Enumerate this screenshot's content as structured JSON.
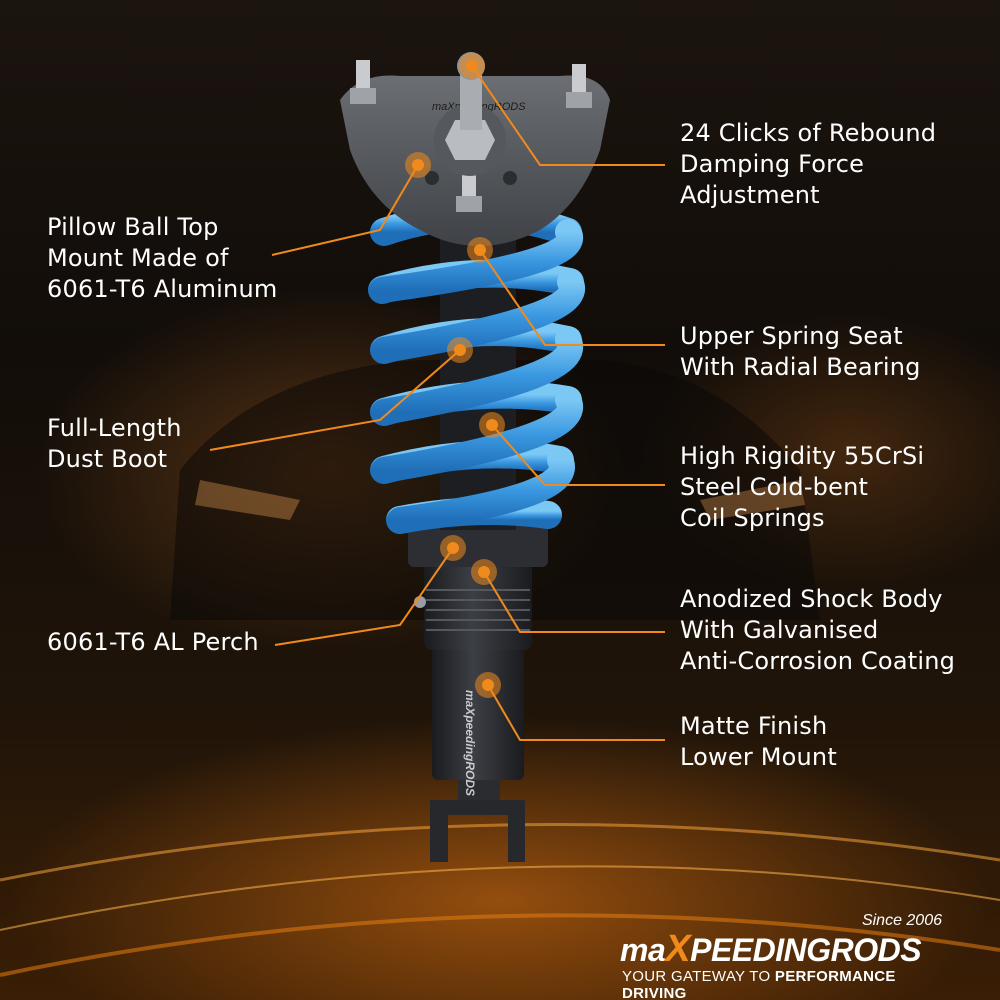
{
  "callouts": [
    {
      "id": "rebound",
      "text": "24 Clicks of Rebound\nDamping Force\nAdjustment"
    },
    {
      "id": "top-mount",
      "text": "Pillow Ball Top\nMount Made of\n6061-T6 Aluminum"
    },
    {
      "id": "spring-seat",
      "text": "Upper Spring Seat\nWith Radial Bearing"
    },
    {
      "id": "dust-boot",
      "text": "Full-Length\nDust Boot"
    },
    {
      "id": "coil-springs",
      "text": "High Rigidity 55CrSi\nSteel Cold-bent\nCoil Springs"
    },
    {
      "id": "shock-body",
      "text": "Anodized Shock Body\nWith Galvanised\nAnti-Corrosion Coating"
    },
    {
      "id": "perch",
      "text": "6061-T6 AL Perch"
    },
    {
      "id": "lower-mount",
      "text": "Matte Finish\nLower Mount"
    }
  ],
  "brand": {
    "since": "Since 2006",
    "name_prefix": "ma",
    "name_x": "X",
    "name_suffix": "PEEDINGRODS",
    "tagline_prefix": "YOUR GATEWAY TO ",
    "tagline_bold": "PERFORMANCE DRIVING",
    "body_text": "maXpeedingRODS"
  },
  "colors": {
    "accent": "#f08a1c",
    "spring": "#4aa8e8",
    "body": "#2b2d31"
  }
}
